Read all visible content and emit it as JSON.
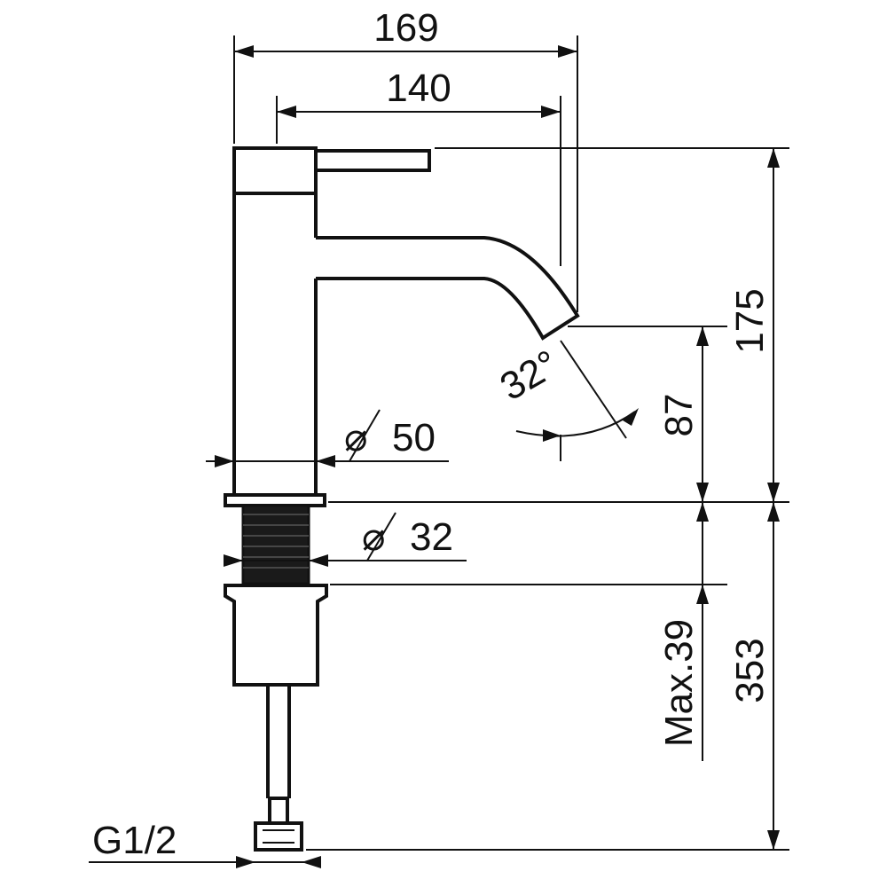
{
  "drawing": {
    "dimensions": {
      "total_width": "169",
      "spout_reach": "140",
      "body_height": "175",
      "spout_height": "87",
      "body_diameter": "50",
      "shank_diameter": "32",
      "max_thickness": "Max.39",
      "hose_length": "353",
      "spout_angle": "32°",
      "connection_thread": "G1/2"
    },
    "diameter_symbol": "⌀",
    "line_color": "#111111",
    "background_color": "#ffffff"
  }
}
